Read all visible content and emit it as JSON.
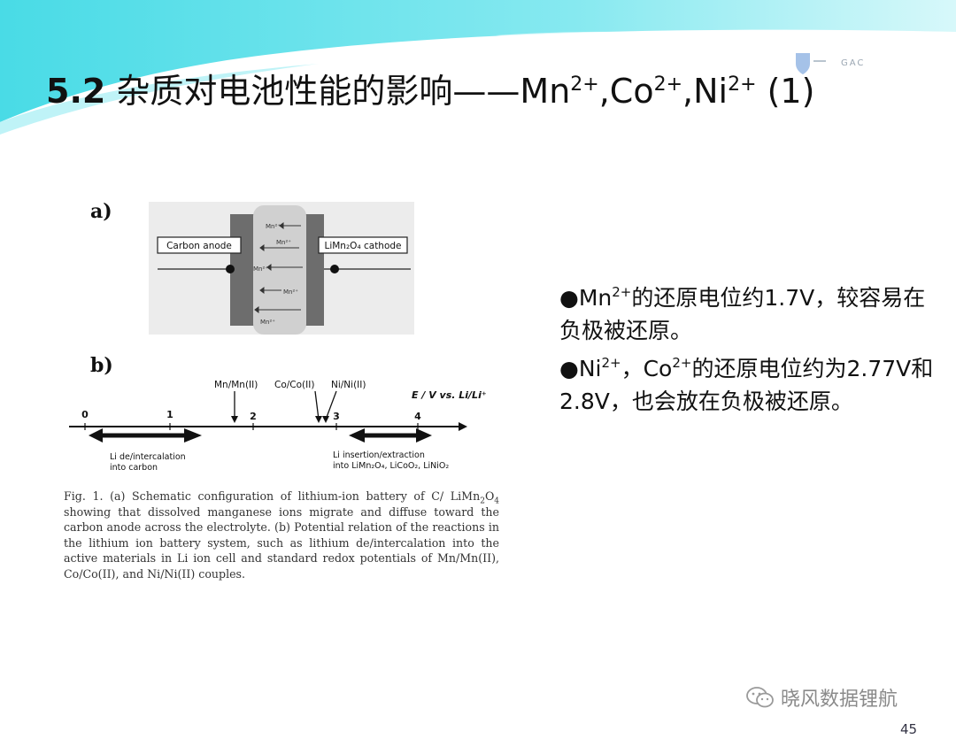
{
  "title": {
    "number": "5.2",
    "main": " 杂质对电池性能的影响——Mn",
    "sup1": "2+",
    "mid1": ",Co",
    "sup2": "2+",
    "mid2": ",Ni",
    "sup3": "2+",
    "tail": " (1)"
  },
  "logo": {
    "text": "GAC"
  },
  "figure": {
    "label_a": "a)",
    "label_b": "b)",
    "a": {
      "left_label": "Carbon anode",
      "right_label": "LiMn₂O₄ cathode",
      "ion": "Mn²⁺"
    },
    "b": {
      "couple1": "Mn/Mn(II)",
      "couple2": "Co/Co(II)",
      "couple3": "Ni/Ni(II)",
      "axis_label": "E / V vs. Li/Li⁺",
      "ticks": [
        "0",
        "1",
        "2",
        "3",
        "4"
      ],
      "left_note_line1": "Li de/intercalation",
      "left_note_line2": "into carbon",
      "right_note_line1": "Li insertion/extraction",
      "right_note_line2": "into LiMn₂O₄, LiCoO₂, LiNiO₂"
    },
    "caption": {
      "p1": "Fig. 1. (a) Schematic configuration of lithium-ion battery of C/ LiMn",
      "s1": "2",
      "p2": "O",
      "s2": "4",
      "p3": " showing that dissolved manganese ions migrate and diffuse toward the carbon anode across the electrolyte. (b) Potential relation of the reactions in the lithium ion battery system, such as lithium de/intercalation into the active materials in Li ion cell and standard redox potentials of Mn/Mn(II), Co/Co(II), and Ni/Ni(II) couples."
    }
  },
  "bullets": {
    "b1_pre": "●Mn",
    "b1_sup": "2+",
    "b1_text": "的还原电位约1.7V，较容易在负极被还原。",
    "b2_pre": "●Ni",
    "b2_sup1": "2+",
    "b2_mid": "，Co",
    "b2_sup2": "2+",
    "b2_text": "的还原电位约为2.77V和2.8V，也会放在负极被还原。"
  },
  "watermark": {
    "text": "晓风数据锂航"
  },
  "page_number": "45",
  "colors": {
    "swoosh": "#5fe0ea",
    "swoosh_light": "#bff3f7"
  }
}
